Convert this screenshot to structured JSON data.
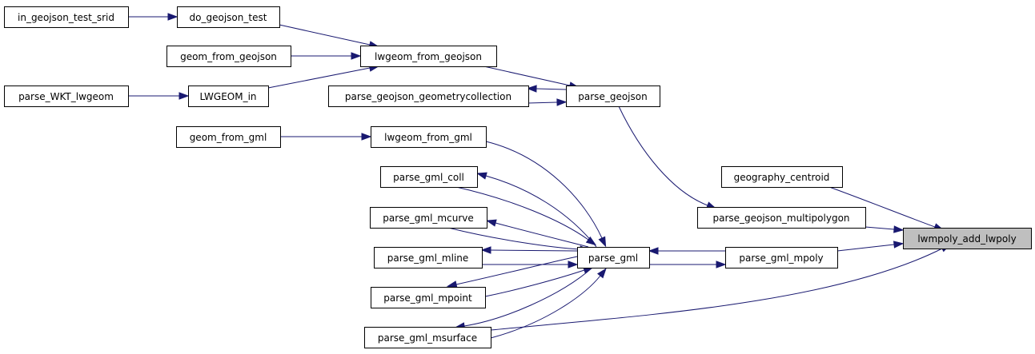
{
  "diagram": {
    "type": "call-graph",
    "focus_node": "lwmpoly_add_lwpoly",
    "colors": {
      "edge": "#191970",
      "node_border": "#000000",
      "node_fill": "#ffffff",
      "focus_fill": "#bfbfbf"
    },
    "nodes": [
      {
        "id": "in_geojson_test_srid",
        "label": "in_geojson_test_srid"
      },
      {
        "id": "do_geojson_test",
        "label": "do_geojson_test"
      },
      {
        "id": "geom_from_geojson",
        "label": "geom_from_geojson"
      },
      {
        "id": "parse_WKT_lwgeom",
        "label": "parse_WKT_lwgeom"
      },
      {
        "id": "LWGEOM_in",
        "label": "LWGEOM_in"
      },
      {
        "id": "lwgeom_from_geojson",
        "label": "lwgeom_from_geojson"
      },
      {
        "id": "parse_geojson_geometrycollection",
        "label": "parse_geojson_geometrycollection"
      },
      {
        "id": "parse_geojson",
        "label": "parse_geojson"
      },
      {
        "id": "geom_from_gml",
        "label": "geom_from_gml"
      },
      {
        "id": "lwgeom_from_gml",
        "label": "lwgeom_from_gml"
      },
      {
        "id": "parse_gml_coll",
        "label": "parse_gml_coll"
      },
      {
        "id": "parse_gml_mcurve",
        "label": "parse_gml_mcurve"
      },
      {
        "id": "parse_gml_mline",
        "label": "parse_gml_mline"
      },
      {
        "id": "parse_gml_mpoint",
        "label": "parse_gml_mpoint"
      },
      {
        "id": "parse_gml_msurface",
        "label": "parse_gml_msurface"
      },
      {
        "id": "parse_gml",
        "label": "parse_gml"
      },
      {
        "id": "geography_centroid",
        "label": "geography_centroid"
      },
      {
        "id": "parse_geojson_multipolygon",
        "label": "parse_geojson_multipolygon"
      },
      {
        "id": "parse_gml_mpoly",
        "label": "parse_gml_mpoly"
      },
      {
        "id": "lwmpoly_add_lwpoly",
        "label": "lwmpoly_add_lwpoly"
      }
    ],
    "edges": [
      {
        "from": "in_geojson_test_srid",
        "to": "do_geojson_test"
      },
      {
        "from": "do_geojson_test",
        "to": "lwgeom_from_geojson"
      },
      {
        "from": "geom_from_geojson",
        "to": "lwgeom_from_geojson"
      },
      {
        "from": "parse_WKT_lwgeom",
        "to": "LWGEOM_in"
      },
      {
        "from": "LWGEOM_in",
        "to": "lwgeom_from_geojson"
      },
      {
        "from": "lwgeom_from_geojson",
        "to": "parse_geojson"
      },
      {
        "from": "parse_geojson",
        "to": "parse_geojson_geometrycollection"
      },
      {
        "from": "parse_geojson_geometrycollection",
        "to": "parse_geojson"
      },
      {
        "from": "parse_geojson",
        "to": "parse_geojson_multipolygon"
      },
      {
        "from": "geom_from_gml",
        "to": "lwgeom_from_gml"
      },
      {
        "from": "lwgeom_from_gml",
        "to": "parse_gml"
      },
      {
        "from": "parse_gml",
        "to": "parse_gml_coll"
      },
      {
        "from": "parse_gml_coll",
        "to": "parse_gml"
      },
      {
        "from": "parse_gml",
        "to": "parse_gml_mcurve"
      },
      {
        "from": "parse_gml_mcurve",
        "to": "parse_gml"
      },
      {
        "from": "parse_gml",
        "to": "parse_gml_mline"
      },
      {
        "from": "parse_gml_mline",
        "to": "parse_gml"
      },
      {
        "from": "parse_gml",
        "to": "parse_gml_mpoint"
      },
      {
        "from": "parse_gml_mpoint",
        "to": "parse_gml"
      },
      {
        "from": "parse_gml",
        "to": "parse_gml_msurface"
      },
      {
        "from": "parse_gml_msurface",
        "to": "parse_gml"
      },
      {
        "from": "parse_gml_mpoly",
        "to": "parse_gml"
      },
      {
        "from": "parse_gml",
        "to": "parse_gml_mpoly"
      },
      {
        "from": "geography_centroid",
        "to": "lwmpoly_add_lwpoly"
      },
      {
        "from": "parse_geojson_multipolygon",
        "to": "lwmpoly_add_lwpoly"
      },
      {
        "from": "parse_gml_mpoly",
        "to": "lwmpoly_add_lwpoly"
      },
      {
        "from": "parse_gml_msurface",
        "to": "lwmpoly_add_lwpoly"
      }
    ]
  }
}
